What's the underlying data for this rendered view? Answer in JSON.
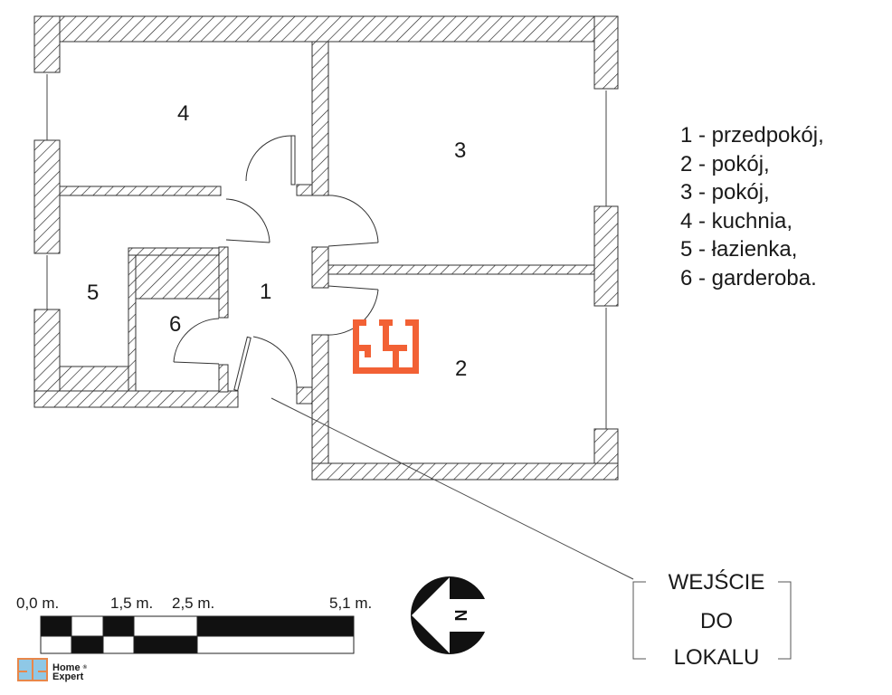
{
  "plan": {
    "room_labels": [
      "1",
      "2",
      "3",
      "4",
      "5",
      "6"
    ]
  },
  "legend": {
    "items": [
      "1 - przedpokój,",
      "2 - pokój,",
      "3 - pokój,",
      "4 - kuchnia,",
      "5 - łazienka,",
      "6 - garderoba."
    ]
  },
  "scale": {
    "labels": [
      "0,0 m.",
      "1,5 m.",
      "2,5 m.",
      "5,1 m."
    ]
  },
  "compass": {
    "letter": "N",
    "icon": "north-arrow-icon"
  },
  "entrance": {
    "lines": [
      "WEJŚCIE",
      "DO",
      "LOKALU"
    ]
  },
  "branding": {
    "line1": "Home",
    "line2": "Expert",
    "registered": "®",
    "logo_color": "#f26135",
    "brand_logo_blue": "#8fc8e6",
    "brand_logo_orange": "#e8874a"
  }
}
